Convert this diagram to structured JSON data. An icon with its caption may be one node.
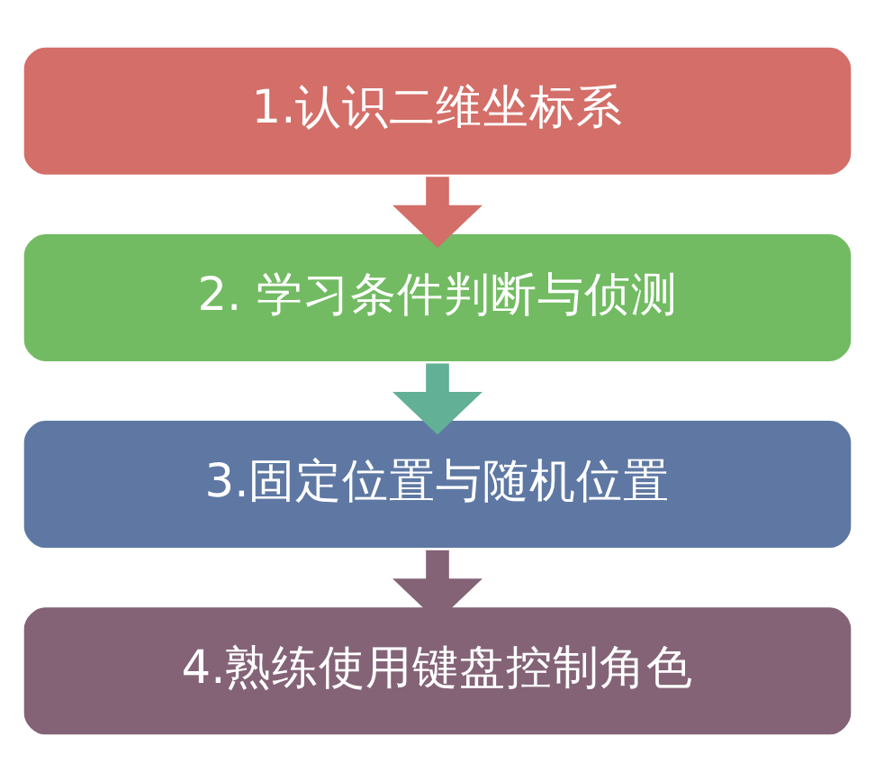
{
  "diagram": {
    "nodes": [
      {
        "text": [
          "1.认识二维坐标系"
        ]
      },
      {
        "text": [
          "2. 学习条件判断与侦测"
        ]
      },
      {
        "text": [
          "3.固定位置与随机位置"
        ]
      },
      {
        "text": [
          "4.熟练使用键盘控制角色"
        ]
      }
    ],
    "edges": [
      {
        "from": 0,
        "to": 1,
        "arrow": "to",
        "color": "#d46e68"
      },
      {
        "from": 1,
        "to": 2,
        "arrow": "to",
        "color": "#62b096"
      },
      {
        "from": 2,
        "to": 3,
        "arrow": "to",
        "color": "#846377"
      }
    ]
  }
}
